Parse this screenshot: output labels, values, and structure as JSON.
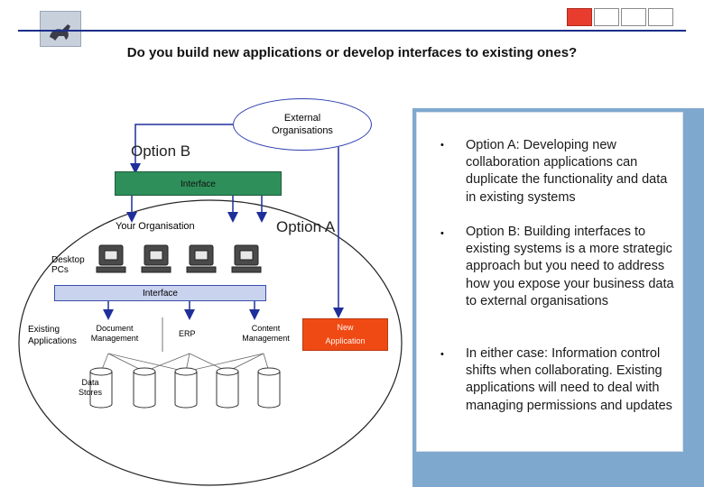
{
  "header": {
    "logo": "university-seal",
    "nav_tabs_count": 4
  },
  "title": "Do you build new applications or develop interfaces to existing ones?",
  "diagram": {
    "external": "External Organisations",
    "option_b": "Option B",
    "option_a": "Option A",
    "interface_top": "Interface",
    "your_org": "Your Organisation",
    "desktop_pcs": "Desktop PCs",
    "interface_bottom": "Interface",
    "existing_applications": "Existing Applications",
    "document_management": "Document Management",
    "erp": "ERP",
    "content_management": "Content Management",
    "new_application": "New Application",
    "data_stores": "Data Stores"
  },
  "bullets": [
    {
      "marker": "•",
      "text": "Option A: Developing new collaboration applications can duplicate the functionality and data in existing systems"
    },
    {
      "marker": "•",
      "text": "Option B: Building interfaces to existing systems is a more strategic approach but you need to address how you expose your business data to external organisations"
    },
    {
      "marker": "•",
      "text": "In either case: Information control shifts when collaborating. Existing applications will need to deal with managing permissions and updates"
    }
  ],
  "colors": {
    "rule": "#1b2e8a",
    "interface_top": "#2e8f5a",
    "interface_bottom": "#c9d3ee",
    "new_application": "#f04a14",
    "panel_shadow": "#7fa8cf",
    "active_tab": "#e83d2e"
  }
}
